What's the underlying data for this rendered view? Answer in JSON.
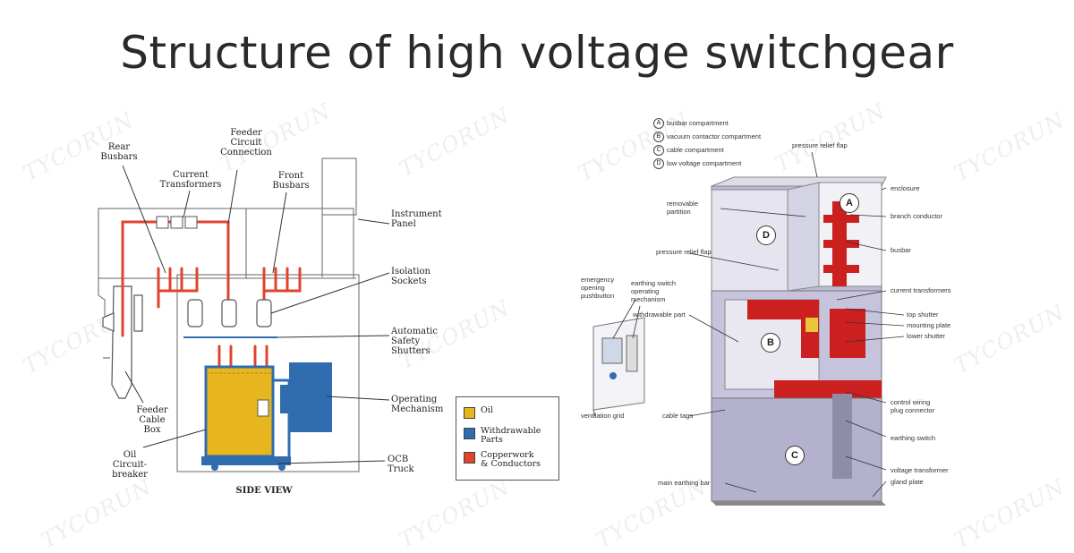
{
  "title": "Structure of high voltage switchgear",
  "watermark": "TYCORUN",
  "colors": {
    "copper": "#e1442c",
    "oil": "#e7b61e",
    "withdrawable": "#2f6db0",
    "panel_grey": "#a9a6c6",
    "red_part": "#cc1f1f"
  },
  "left_diagram": {
    "view_label": "SIDE VIEW",
    "labels": {
      "rear_busbars": "Rear\nBusbars",
      "current_transformers": "Current\nTransformers",
      "feeder_circuit_connection": "Feeder\nCircuit\nConnection",
      "front_busbars": "Front\nBusbars",
      "instrument_panel": "Instrument\nPanel",
      "isolation_sockets": "Isolation\nSockets",
      "automatic_safety_shutters": "Automatic\nSafety\nShutters",
      "operating_mechanism": "Operating\nMechanism",
      "feeder_cable_box": "Feeder\nCable\nBox",
      "oil_circuit_breaker": "Oil\nCircuit-\nbreaker",
      "ocb_truck": "OCB\nTruck"
    },
    "legend": [
      {
        "label": "Oil",
        "color": "#e7b61e"
      },
      {
        "label": "Withdrawable\nParts",
        "color": "#2f6db0"
      },
      {
        "label": "Copperwork\n& Conductors",
        "color": "#e1442c"
      }
    ]
  },
  "right_diagram": {
    "compartments": [
      {
        "letter": "A",
        "label": "busbar compartment"
      },
      {
        "letter": "B",
        "label": "vacuum contactor compartment"
      },
      {
        "letter": "C",
        "label": "cable compartment"
      },
      {
        "letter": "D",
        "label": "low voltage compartment"
      }
    ],
    "labels": {
      "pressure_relief_flap_top": "pressure relief flap",
      "enclosure": "enclosure",
      "removable_partition": "removable\npartition",
      "branch_conductor": "branch conductor",
      "busbar": "busbar",
      "pressure_relief_flap_mid": "pressure relief flap",
      "current_transformers": "current transformers",
      "emergency_pushbutton": "emergency\nopening\npushbutton",
      "earthing_switch_mechanism": "earthing switch\noperating\nmechanism",
      "withdrawable_part": "withdrawable part",
      "top_shutter": "top shutter",
      "mounting_plate": "mounting plate",
      "lower_shutter": "lower shutter",
      "control_wiring_plug": "control wiring\nplug connector",
      "ventilation_grid": "ventilation grid",
      "cable_tags": "cable tags",
      "earthing_switch": "earthing switch",
      "voltage_transformer": "voltage transformer",
      "main_earthing_bar": "main earthing bar",
      "gland_plate": "gland plate"
    }
  }
}
